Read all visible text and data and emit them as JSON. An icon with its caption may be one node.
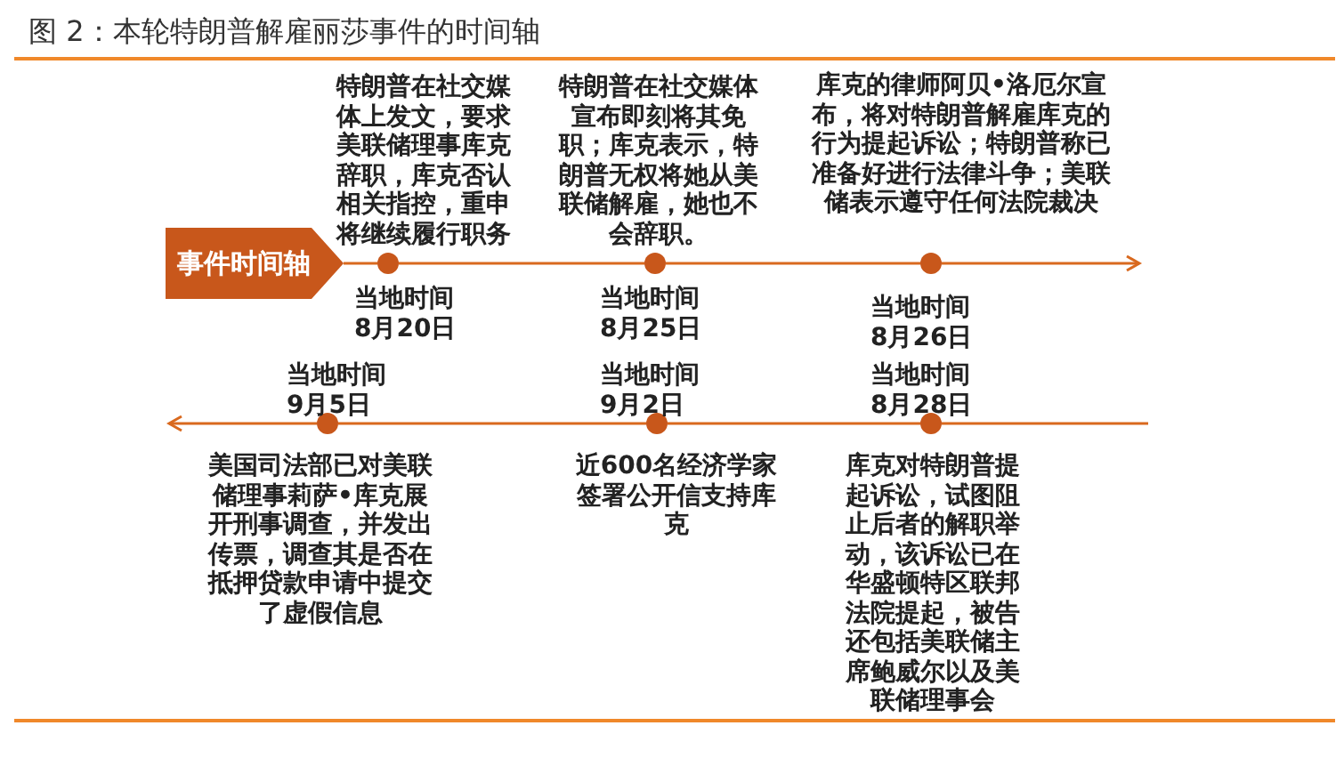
{
  "diagram": {
    "title": "图 2：本轮特朗普解雇丽莎事件的时间轴",
    "nodes": [
      {
        "text": [
          "事件时间轴"
        ]
      },
      {
        "text": [],
        "shape": "circle",
        "beside": [
          "特朗普在社交媒体上发文，要求美联储理事库克辞职，库克否认相关指控，重申将继续履行职务",
          "当地时间 8月20日"
        ]
      },
      {
        "text": [],
        "shape": "circle",
        "beside": [
          "特朗普在社交媒体宣布即刻将其免职；库克表示，特朗普无权将她从美联储解雇，她也不会辞职。",
          "当地时间 8月25日"
        ]
      },
      {
        "text": [],
        "shape": "circle",
        "beside": [
          "库克的律师阿贝•洛厄尔宣布，将对特朗普解雇库克的行为提起诉讼；特朗普称已准备好进行法律斗争；美联储表示遵守任何法院裁决",
          "当地时间 8月26日"
        ]
      },
      {
        "text": [],
        "shape": "circle",
        "beside": [
          "当地时间 9月5日",
          "美国司法部已对美联储理事莉萨•库克展开刑事调查，并发出传票，调查其是否在抵押贷款申请中提交了虚假信息"
        ]
      },
      {
        "text": [],
        "shape": "circle",
        "beside": [
          "当地时间 9月2日",
          "近600名经济学家签署公开信支持库克"
        ]
      },
      {
        "text": [],
        "shape": "circle",
        "beside": [
          "当地时间 8月28日",
          "库克对特朗普提起诉讼，试图阻止后者的解职举动，该诉讼已在华盛顿特区联邦法院提起，被告还包括美联储主席鲍威尔以及美联储理事会"
        ]
      }
    ],
    "edges": [
      {
        "from": 0,
        "to": 1,
        "arrow": "none"
      },
      {
        "from": 1,
        "to": 2,
        "arrow": "none"
      },
      {
        "from": 2,
        "to": 3,
        "arrow": "none"
      },
      {
        "from": 3,
        "to": null,
        "arrow": "to"
      },
      {
        "from": null,
        "to": 6,
        "arrow": "none"
      },
      {
        "from": 6,
        "to": 5,
        "arrow": "none"
      },
      {
        "from": 5,
        "to": 4,
        "arrow": "none"
      },
      {
        "from": 4,
        "to": null,
        "arrow": "to"
      }
    ]
  }
}
